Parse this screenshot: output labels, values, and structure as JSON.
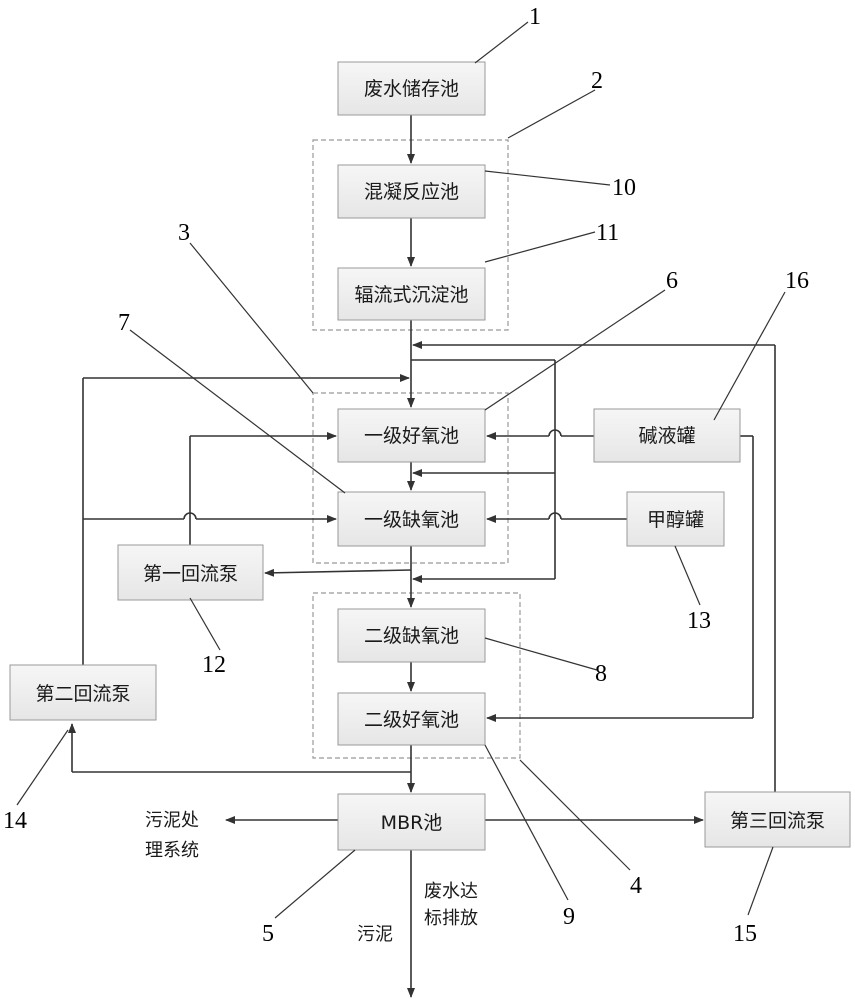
{
  "boxes": {
    "wastewater_storage": "废水储存池",
    "coagulation": "混凝反应池",
    "radial_sedimentation": "辐流式沉淀池",
    "aerobic_1": "一级好氧池",
    "anoxic_1": "一级缺氧池",
    "anoxic_2": "二级缺氧池",
    "aerobic_2": "二级好氧池",
    "mbr": "MBR池",
    "alkali_tank": "碱液罐",
    "methanol_tank": "甲醇罐",
    "return_pump_1": "第一回流泵",
    "return_pump_2": "第二回流泵",
    "return_pump_3": "第三回流泵"
  },
  "labels": {
    "sludge_system_line1": "污泥处",
    "sludge_system_line2": "理系统",
    "discharge_line1": "废水达",
    "discharge_line2": "标排放",
    "sludge": "污泥"
  },
  "callouts": [
    "1",
    "2",
    "3",
    "4",
    "5",
    "6",
    "7",
    "8",
    "9",
    "10",
    "11",
    "12",
    "13",
    "14",
    "15",
    "16"
  ]
}
